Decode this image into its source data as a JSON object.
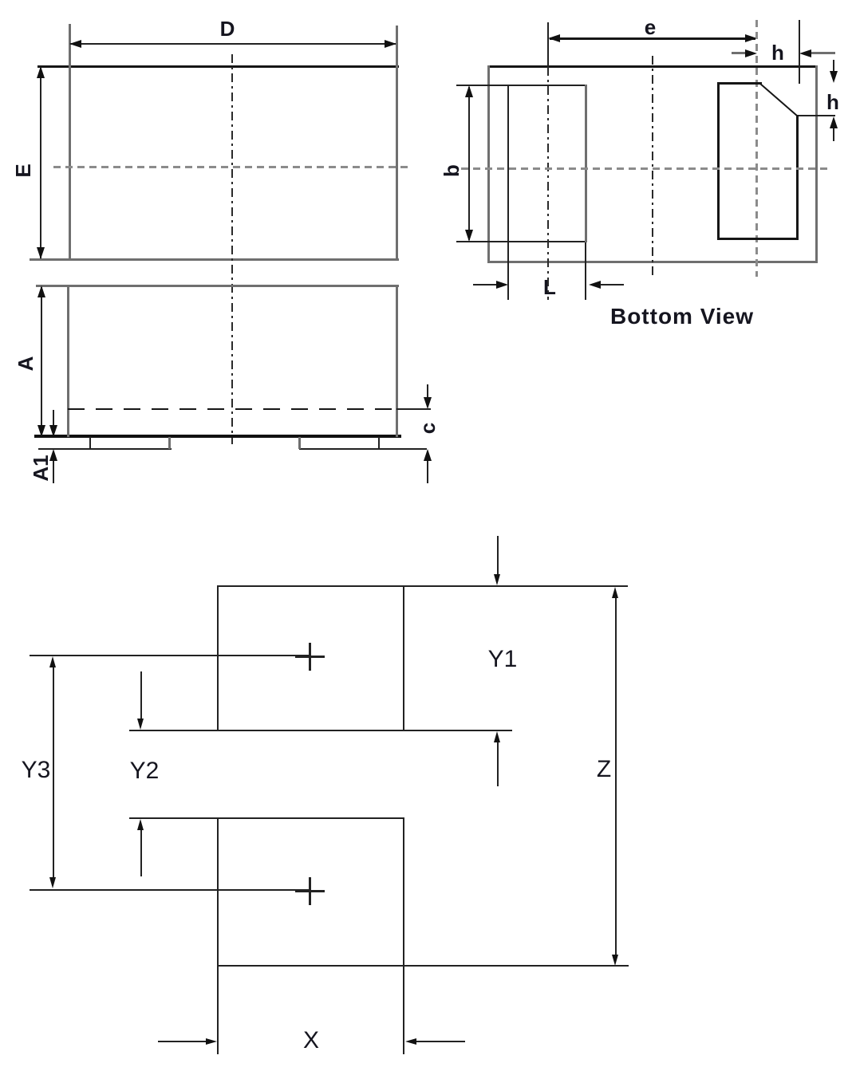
{
  "drawing": {
    "type": "package-outline-and-land-pattern",
    "labels": {
      "D": "D",
      "E": "E",
      "A": "A",
      "A1": "A1",
      "c": "c",
      "b": "b",
      "e": "e",
      "h_top": "h",
      "h_side": "h",
      "L": "L",
      "bottom_view_title": "Bottom View",
      "Y1": "Y1",
      "Y2": "Y2",
      "Y3": "Y3",
      "Z": "Z",
      "X": "X"
    },
    "colors": {
      "body_outline": "#6f6f6f",
      "edge_black": "#222222",
      "dimension_line": "#111111",
      "label_text": "#15151f",
      "background": "#ffffff"
    }
  }
}
